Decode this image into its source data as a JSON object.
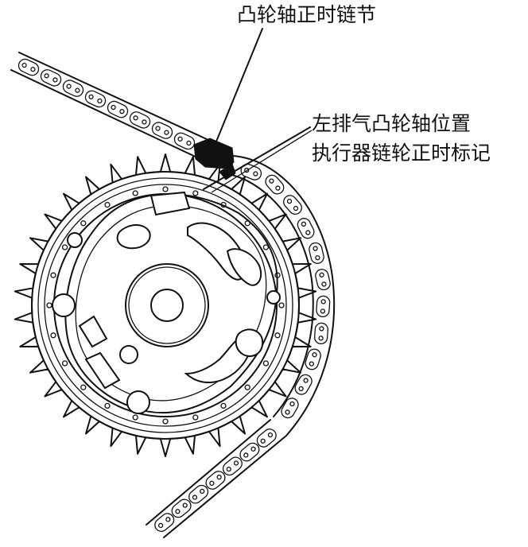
{
  "callouts": {
    "timing_link": "凸轮轴正时链节",
    "sprocket_mark_line1": "左排气凸轮轴位置",
    "sprocket_mark_line2": "执行器链轮正时标记"
  }
}
